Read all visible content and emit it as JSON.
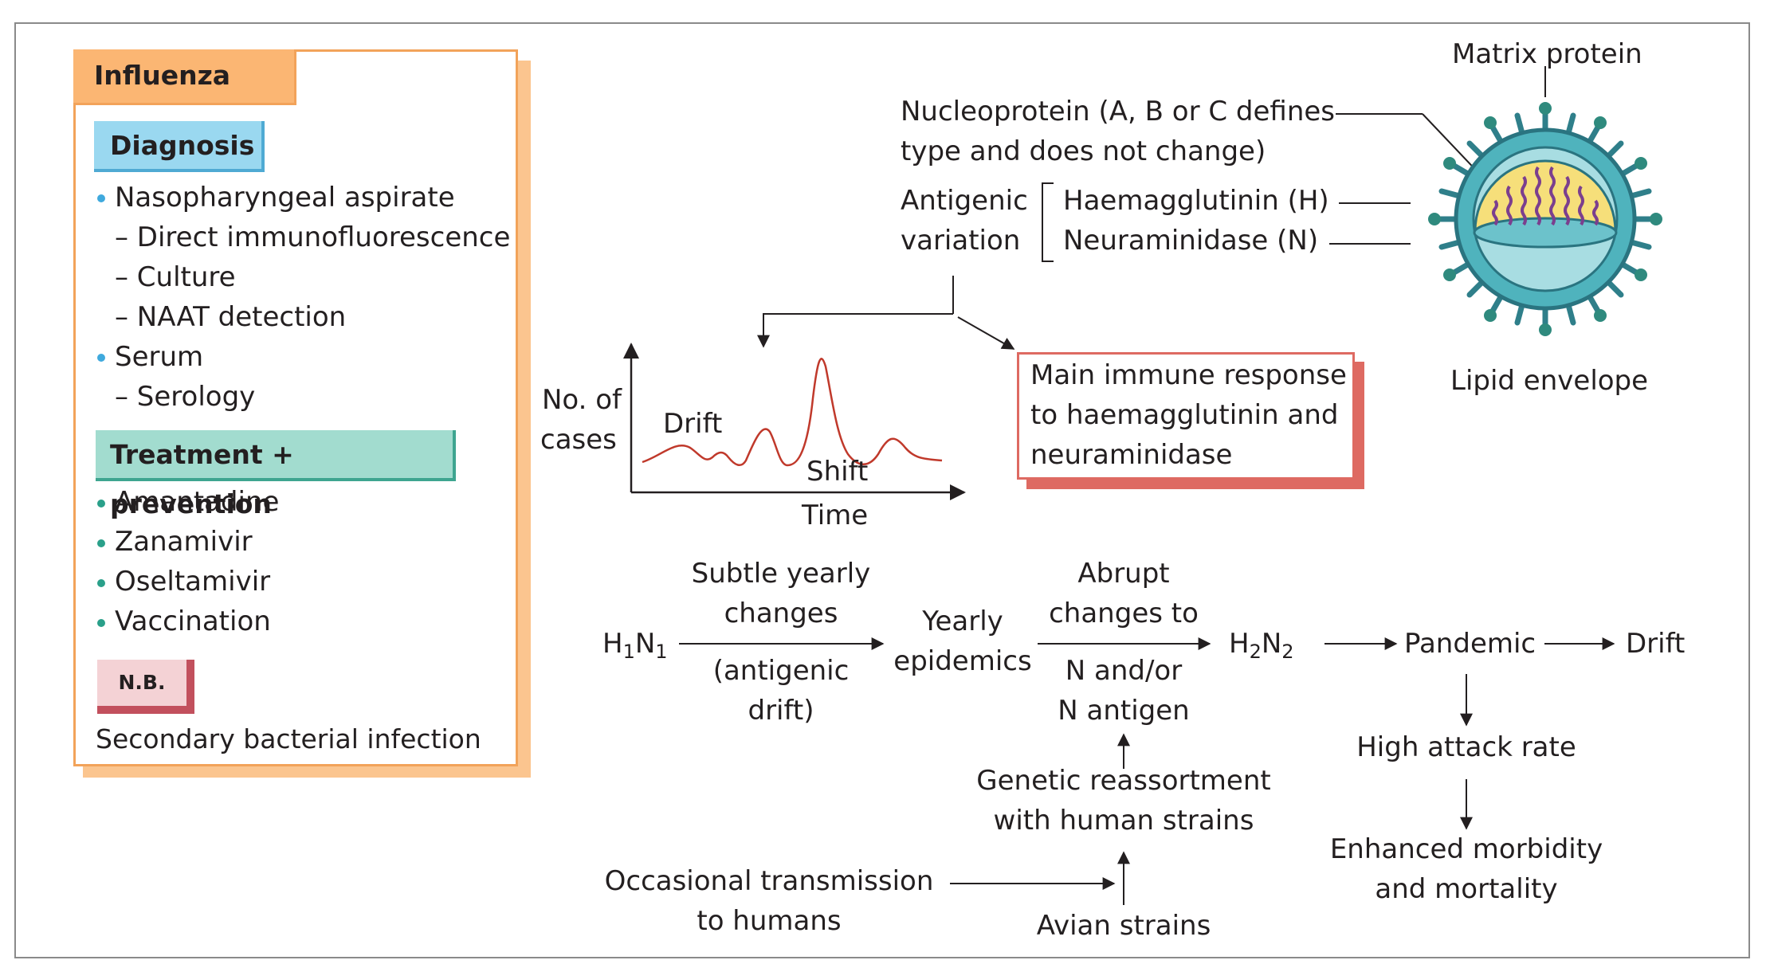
{
  "panel": {
    "title": "Influenza",
    "diagnosis": {
      "header": "Diagnosis",
      "items": [
        "Nasopharyngeal aspirate",
        "Serum"
      ],
      "sub_items_aspirate": [
        "– Direct immunofluorescence",
        "– Culture",
        "– NAAT detection"
      ],
      "sub_items_serum": [
        "– Serology"
      ]
    },
    "treatment": {
      "header": "Treatment + prevention",
      "items": [
        "Amantadine",
        "Zanamivir",
        "Oseltamivir",
        "Vaccination"
      ]
    },
    "nb": {
      "label": "N.B.",
      "text": "Secondary bacterial infection"
    }
  },
  "virus": {
    "matrix_protein": "Matrix protein",
    "nucleoprotein_line1": "Nucleoprotein (A, B or C defines",
    "nucleoprotein_line2": "type and does not change)",
    "antigenic_line1": "Antigenic",
    "antigenic_line2": "variation",
    "haemagglutinin": "Haemagglutinin (H)",
    "neuraminidase": "Neuraminidase (N)",
    "lipid_envelope": "Lipid envelope",
    "colors": {
      "envelope": "#3e9aa5",
      "core": "#f6df7a",
      "rna": "#7b3f8e"
    }
  },
  "immune_box": {
    "line1": "Main immune response",
    "line2": "to haemagglutinin and",
    "line3": "neuraminidase"
  },
  "epi_curve": {
    "ylabel_line1": "No. of",
    "ylabel_line2": "cases",
    "xlabel": "Time",
    "drift_label": "Drift",
    "shift_label": "Shift",
    "line_color": "#c0392b"
  },
  "flow": {
    "h1n1_H": "H",
    "h1n1_sub1": "1",
    "h1n1_N": "N",
    "h1n1_sub2": "1",
    "subtle_line1": "Subtle yearly",
    "subtle_line2": "changes",
    "antigenic_drift_line1": "(antigenic",
    "antigenic_drift_line2": "drift)",
    "yearly_line1": "Yearly",
    "yearly_line2": "epidemics",
    "abrupt_line1": "Abrupt",
    "abrupt_line2": "changes to",
    "n_antigen_line1": "N and/or",
    "n_antigen_line2": "N antigen",
    "h2n2_H": "H",
    "h2n2_sub1": "2",
    "h2n2_N": "N",
    "h2n2_sub2": "2",
    "pandemic": "Pandemic",
    "drift": "Drift",
    "attack_rate": "High attack rate",
    "morbidity_line1": "Enhanced morbidity",
    "morbidity_line2": "and mortality",
    "reassortment_line1": "Genetic reassortment",
    "reassortment_line2": "with human strains",
    "transmission_line1": "Occasional transmission",
    "transmission_line2": "to humans",
    "avian": "Avian strains"
  }
}
